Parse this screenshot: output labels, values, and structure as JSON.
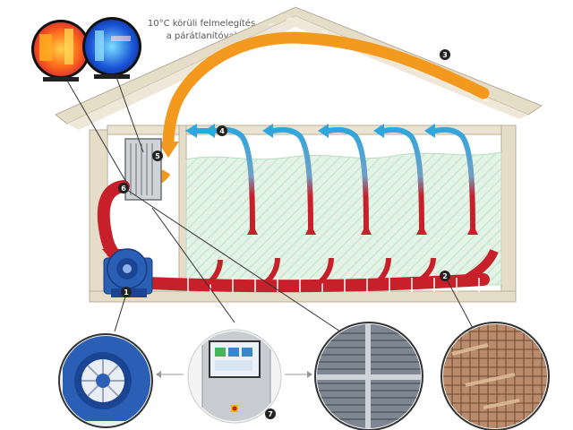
{
  "caption": {
    "line1": "10°C körüli felmelegítés",
    "line2": "a párátlanítóval"
  },
  "markers": [
    "1",
    "2",
    "3",
    "4",
    "5",
    "6",
    "7"
  ],
  "colors": {
    "warm_air": "#f5a623",
    "hot_air": "#c8202a",
    "cool_air": "#2fa6dc",
    "roof": "#e6ddc9",
    "produce_pile": "#dff0e3",
    "fan": "#2a5fb5"
  },
  "icons": [
    "thermal-camera-icon",
    "fan-icon",
    "control-panel-icon",
    "filter-grille-icon",
    "floor-grid-icon"
  ]
}
